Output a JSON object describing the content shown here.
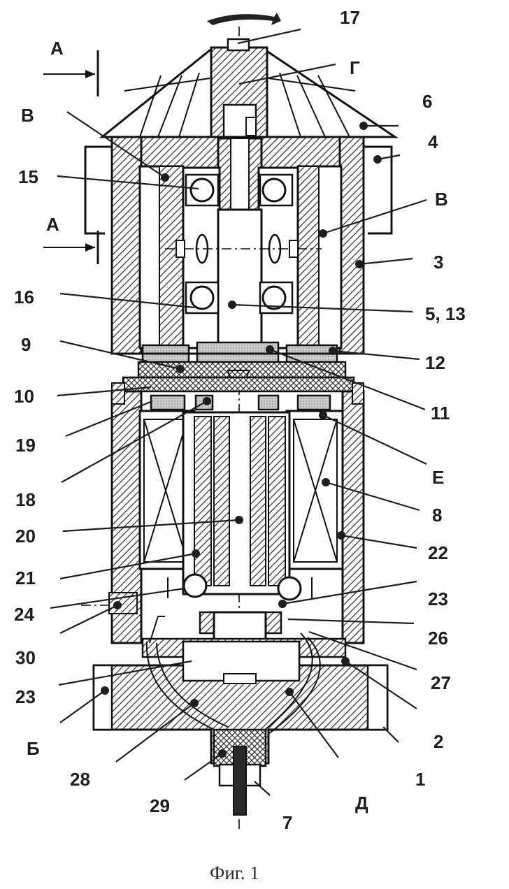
{
  "figure": {
    "caption": "Фиг. 1",
    "labels": {
      "n1": "1",
      "n2": "2",
      "n3": "3",
      "n4": "4",
      "n5_13": "5, 13",
      "n6": "6",
      "n7": "7",
      "n8": "8",
      "n9": "9",
      "n10": "10",
      "n11": "11",
      "n12": "12",
      "n15": "15",
      "n16": "16",
      "n17": "17",
      "n18": "18",
      "n19": "19",
      "n20": "20",
      "n21": "21",
      "n22": "22",
      "n23a": "23",
      "n23b": "23",
      "n24": "24",
      "n26": "26",
      "n27": "27",
      "n28": "28",
      "n29": "29",
      "n30": "30",
      "A_top": "А",
      "A_mid": "А",
      "G": "Г",
      "V_left": "В",
      "V_right": "В",
      "E": "Е",
      "B": "Б",
      "D": "Д"
    },
    "colors": {
      "ink": "#1e1e1e",
      "paper": "#ffffff",
      "hatch": "#2b2b2b",
      "shade": "#c9c9c9"
    }
  }
}
